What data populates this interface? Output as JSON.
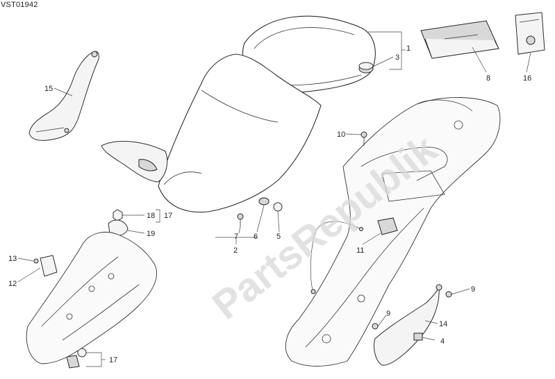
{
  "drawing_id": "VST01942",
  "watermark": "PartsRepublik",
  "callouts": {
    "c1": "1",
    "c2": "2",
    "c3": "3",
    "c4": "4",
    "c5": "5",
    "c6": "6",
    "c7": "7",
    "c8": "8",
    "c9a": "9",
    "c9b": "9",
    "c10": "10",
    "c11": "11",
    "c12": "12",
    "c13": "13",
    "c14": "14",
    "c15": "15",
    "c16": "16",
    "c17a": "17",
    "c17b": "17",
    "c18": "18",
    "c19": "19"
  }
}
